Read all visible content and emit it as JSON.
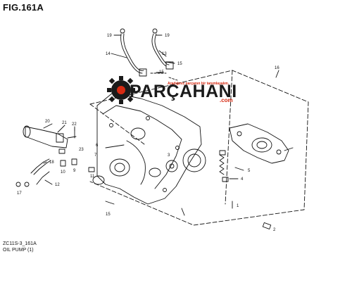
{
  "figure": {
    "title": "FIG.161A",
    "code": "ZC11S-3_161A",
    "caption": "OIL PUMP (1)"
  },
  "watermark": {
    "brand": "PARÇAHANI",
    "domain": ".com",
    "tagline": "Aradığınız parçanın bir tanımlayalım."
  },
  "callouts": [
    "19",
    "19",
    "14",
    "13",
    "15",
    "15",
    "16",
    "20",
    "21",
    "22",
    "6",
    "7",
    "23",
    "18",
    "10",
    "9",
    "17",
    "12",
    "11",
    "3",
    "4",
    "5",
    "1",
    "15",
    "2"
  ],
  "colors": {
    "brand_red": "#d62a12",
    "ink": "#111111"
  }
}
